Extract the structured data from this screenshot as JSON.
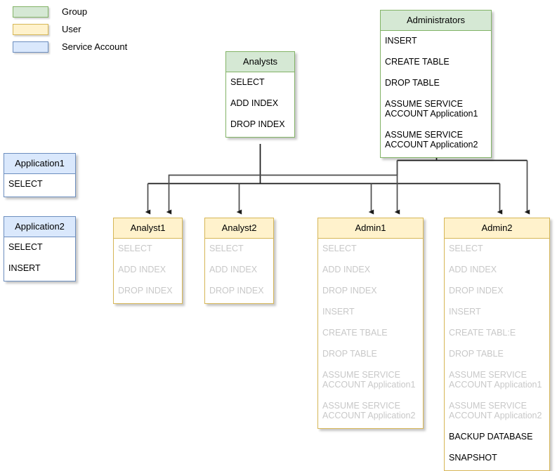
{
  "legend": {
    "items": [
      {
        "label": "Group",
        "swatch": "group-swatch",
        "color": "#d5e8d4",
        "border": "#82b366"
      },
      {
        "label": "User",
        "swatch": "user-swatch",
        "color": "#fff2cc",
        "border": "#d6b656"
      },
      {
        "label": "Service Account",
        "swatch": "service-swatch",
        "color": "#dae8fc",
        "border": "#6c8ebf"
      }
    ]
  },
  "nodes": {
    "analysts": {
      "title": "Analysts",
      "type": "Group",
      "permissions": [
        {
          "text": "SELECT",
          "inherited": false
        },
        {
          "text": "ADD INDEX",
          "inherited": false
        },
        {
          "text": "DROP INDEX",
          "inherited": false
        }
      ]
    },
    "administrators": {
      "title": "Administrators",
      "type": "Group",
      "permissions": [
        {
          "text": "INSERT",
          "inherited": false
        },
        {
          "text": "CREATE TABLE",
          "inherited": false
        },
        {
          "text": "DROP TABLE",
          "inherited": false
        },
        {
          "text": "ASSUME SERVICE\nACCOUNT Application1",
          "inherited": false
        },
        {
          "text": "ASSUME SERVICE\nACCOUNT Application2",
          "inherited": false
        }
      ]
    },
    "application1": {
      "title": "Application1",
      "type": "Service Account",
      "permissions": [
        {
          "text": "SELECT",
          "inherited": false
        }
      ]
    },
    "application2": {
      "title": "Application2",
      "type": "Service Account",
      "permissions": [
        {
          "text": "SELECT",
          "inherited": false
        },
        {
          "text": "INSERT",
          "inherited": false
        }
      ]
    },
    "analyst1": {
      "title": "Analyst1",
      "type": "User",
      "permissions": [
        {
          "text": "SELECT",
          "inherited": true
        },
        {
          "text": "ADD INDEX",
          "inherited": true
        },
        {
          "text": "DROP INDEX",
          "inherited": true
        }
      ]
    },
    "analyst2": {
      "title": "Analyst2",
      "type": "User",
      "permissions": [
        {
          "text": "SELECT",
          "inherited": true
        },
        {
          "text": "ADD INDEX",
          "inherited": true
        },
        {
          "text": "DROP INDEX",
          "inherited": true
        }
      ]
    },
    "admin1": {
      "title": "Admin1",
      "type": "User",
      "permissions": [
        {
          "text": "SELECT",
          "inherited": true
        },
        {
          "text": "ADD INDEX",
          "inherited": true
        },
        {
          "text": "DROP INDEX",
          "inherited": true
        },
        {
          "text": "INSERT",
          "inherited": true
        },
        {
          "text": "CREATE TBALE",
          "inherited": true
        },
        {
          "text": "DROP TABLE",
          "inherited": true
        },
        {
          "text": "ASSUME SERVICE\nACCOUNT Application1",
          "inherited": true
        },
        {
          "text": "ASSUME SERVICE\nACCOUNT Application2",
          "inherited": true
        }
      ]
    },
    "admin2": {
      "title": "Admin2",
      "type": "User",
      "permissions": [
        {
          "text": "SELECT",
          "inherited": true
        },
        {
          "text": "ADD INDEX",
          "inherited": true
        },
        {
          "text": "DROP INDEX",
          "inherited": true
        },
        {
          "text": "INSERT",
          "inherited": true
        },
        {
          "text": "CREATE TABL:E",
          "inherited": true
        },
        {
          "text": "DROP TABLE",
          "inherited": true
        },
        {
          "text": "ASSUME SERVICE\nACCOUNT Application1",
          "inherited": true
        },
        {
          "text": "ASSUME SERVICE\nACCOUNT Application2",
          "inherited": true
        },
        {
          "text": "BACKUP DATABASE",
          "inherited": false
        },
        {
          "text": "SNAPSHOT",
          "inherited": false
        }
      ]
    }
  },
  "edges": [
    {
      "from": "analysts",
      "to": "analyst1"
    },
    {
      "from": "analysts",
      "to": "analyst2"
    },
    {
      "from": "analysts",
      "to": "admin1"
    },
    {
      "from": "analysts",
      "to": "admin2"
    },
    {
      "from": "administrators",
      "to": "analyst1"
    },
    {
      "from": "administrators",
      "to": "admin1"
    },
    {
      "from": "administrators",
      "to": "admin2"
    }
  ]
}
